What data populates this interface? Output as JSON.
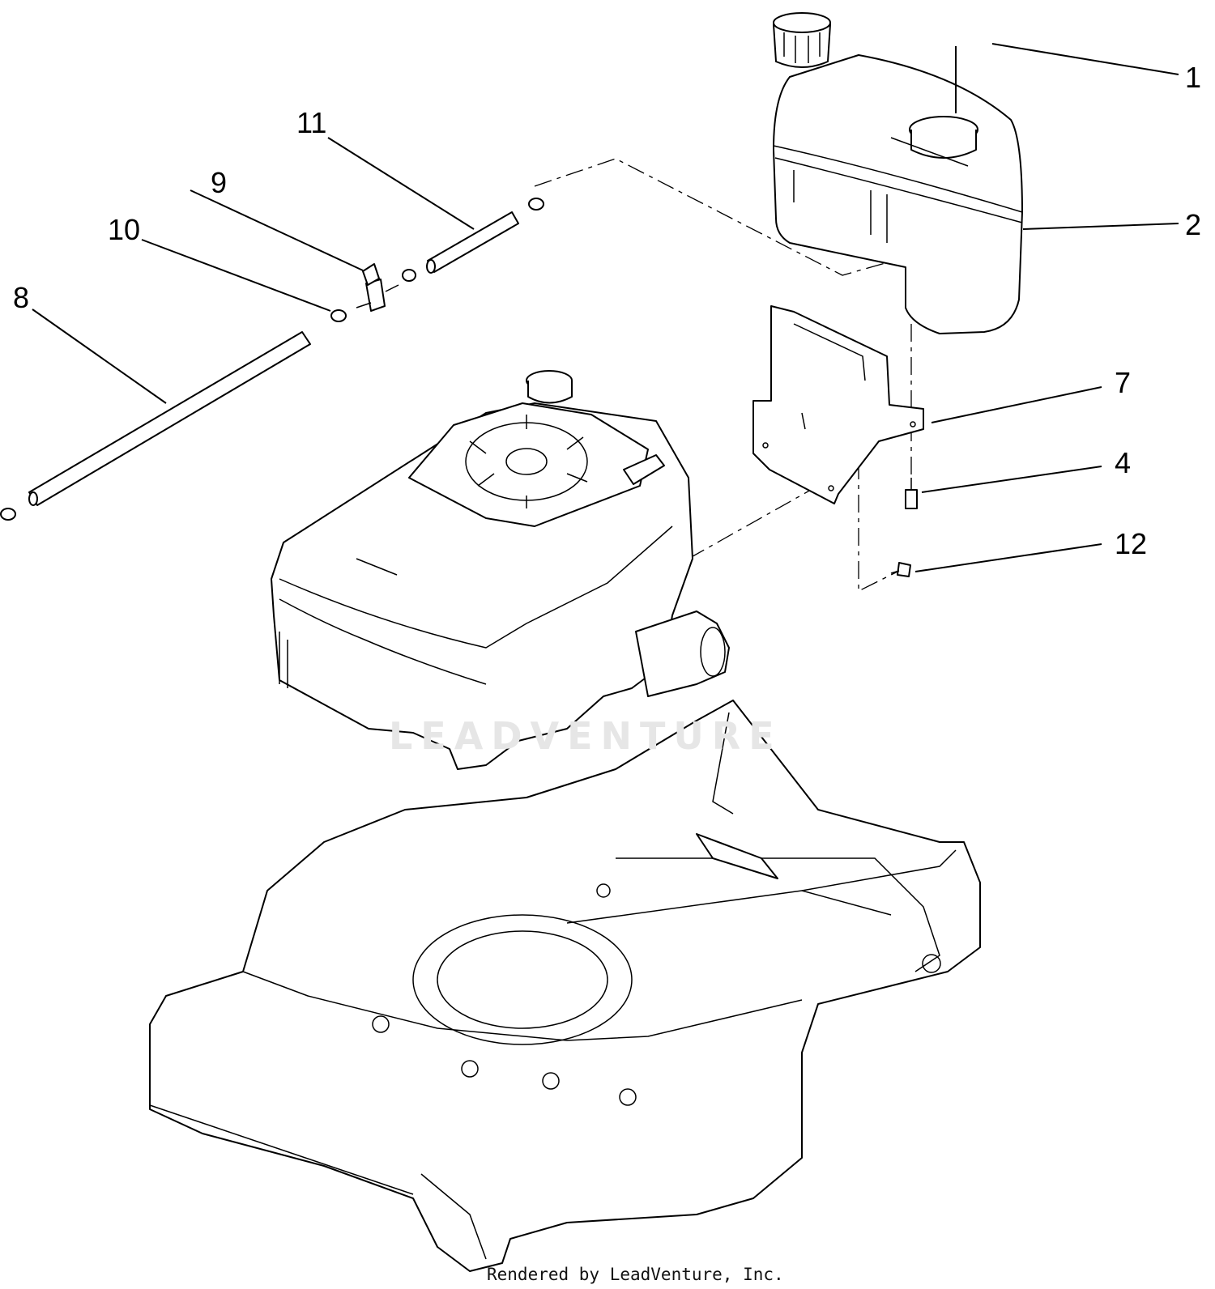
{
  "callouts": [
    {
      "id": "1",
      "label": "1"
    },
    {
      "id": "2",
      "label": "2"
    },
    {
      "id": "4",
      "label": "4"
    },
    {
      "id": "7",
      "label": "7"
    },
    {
      "id": "8",
      "label": "8"
    },
    {
      "id": "9",
      "label": "9"
    },
    {
      "id": "10",
      "label": "10"
    },
    {
      "id": "11",
      "label": "11"
    },
    {
      "id": "12",
      "label": "12"
    }
  ],
  "footer": {
    "credit": "Rendered by LeadVenture, Inc."
  },
  "watermark": {
    "text": "LEADVENTURE"
  }
}
